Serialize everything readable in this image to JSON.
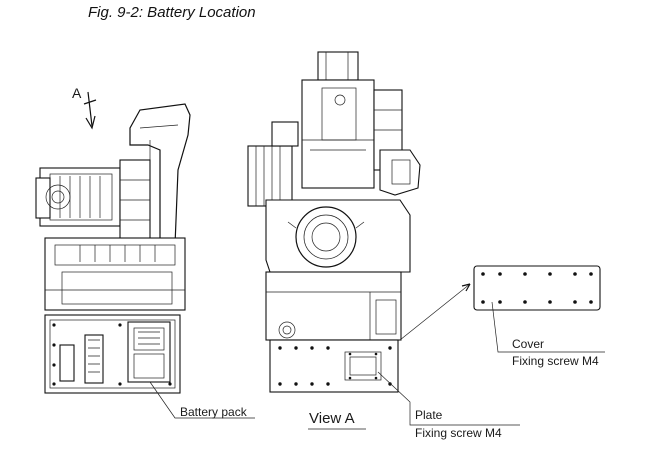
{
  "figure": {
    "title": "Fig. 9-2: Battery Location",
    "view_label": "View A",
    "view_marker": "A"
  },
  "callouts": {
    "battery_pack": "Battery pack",
    "cover": "Cover",
    "cover_screw": "Fixing screw M4",
    "plate": "Plate",
    "plate_screw": "Fixing screw M4"
  }
}
